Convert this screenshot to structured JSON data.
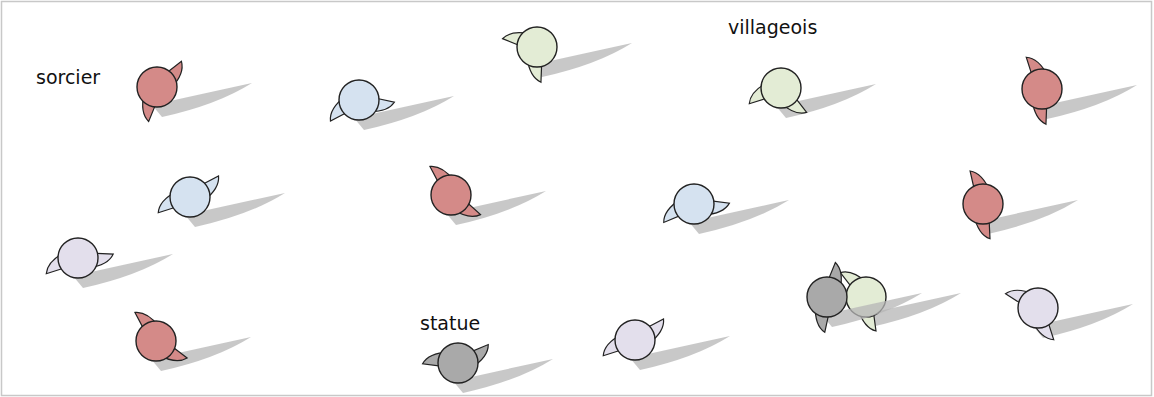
{
  "diagram": {
    "labels": [
      "sorcier",
      "villageois",
      "statue"
    ]
  }
}
